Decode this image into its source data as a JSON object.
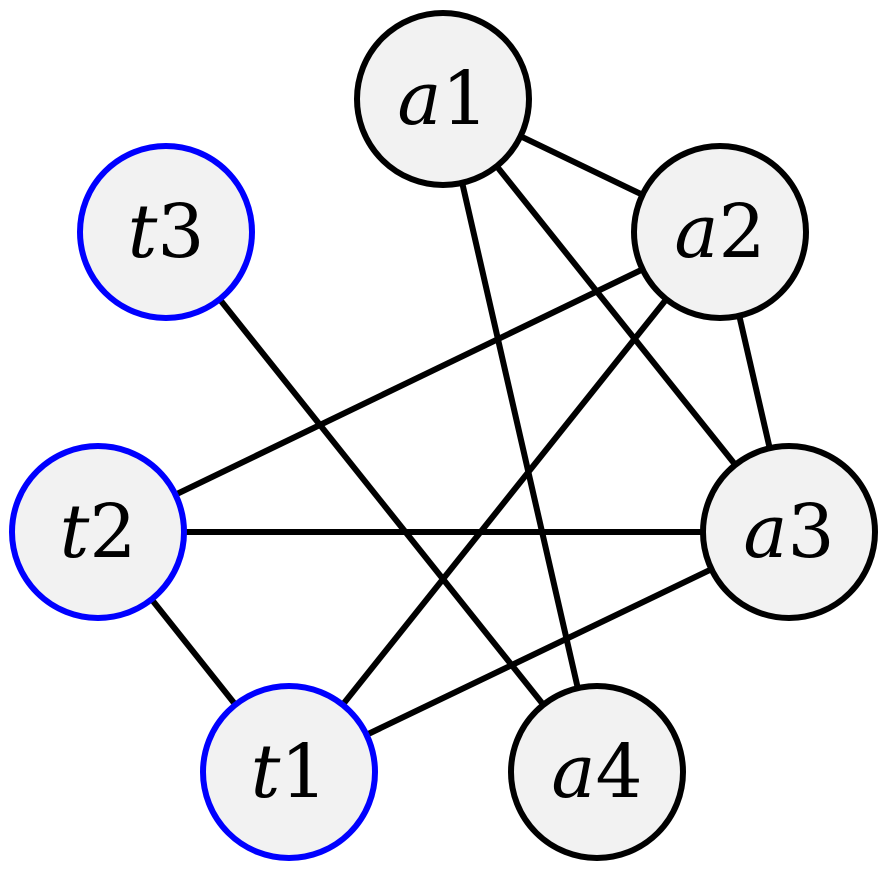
{
  "nodes": [
    {
      "id": "a1",
      "letter": "a",
      "index": "1",
      "label": "a1",
      "kind": "a"
    },
    {
      "id": "a2",
      "letter": "a",
      "index": "2",
      "label": "a2",
      "kind": "a"
    },
    {
      "id": "a3",
      "letter": "a",
      "index": "3",
      "label": "a3",
      "kind": "a"
    },
    {
      "id": "a4",
      "letter": "a",
      "index": "4",
      "label": "a4",
      "kind": "a"
    },
    {
      "id": "t1",
      "letter": "t",
      "index": "1",
      "label": "t1",
      "kind": "t"
    },
    {
      "id": "t2",
      "letter": "t",
      "index": "2",
      "label": "t2",
      "kind": "t"
    },
    {
      "id": "t3",
      "letter": "t",
      "index": "3",
      "label": "t3",
      "kind": "t"
    }
  ],
  "edges": [
    {
      "from": "a1",
      "to": "a2"
    },
    {
      "from": "a1",
      "to": "a3"
    },
    {
      "from": "a1",
      "to": "a4"
    },
    {
      "from": "a2",
      "to": "a3"
    },
    {
      "from": "a2",
      "to": "t2"
    },
    {
      "from": "a2",
      "to": "t1"
    },
    {
      "from": "a3",
      "to": "t2"
    },
    {
      "from": "a3",
      "to": "t1"
    },
    {
      "from": "t3",
      "to": "a4"
    },
    {
      "from": "t2",
      "to": "t1"
    }
  ],
  "colors": {
    "a_stroke": "#000000",
    "t_stroke": "#0000ff",
    "node_fill": "#f2f2f2",
    "edge": "#000000"
  }
}
